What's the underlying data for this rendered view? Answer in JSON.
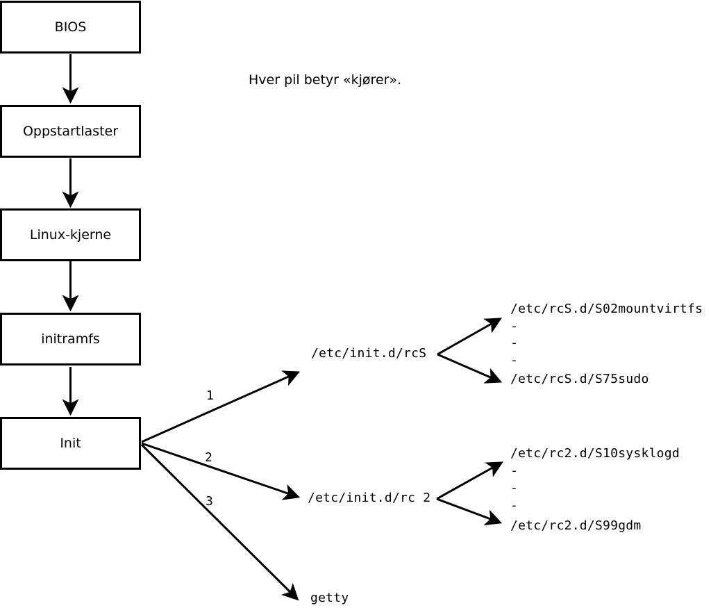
{
  "note": "Hver pil betyr «kjører».",
  "flow": {
    "boxes": [
      {
        "label": "BIOS"
      },
      {
        "label": "Oppstartlaster"
      },
      {
        "label": "Linux-kjerne"
      },
      {
        "label": "initramfs"
      },
      {
        "label": "Init"
      }
    ]
  },
  "branches": {
    "labels": {
      "one": "1",
      "two": "2",
      "three": "3"
    },
    "rcS": {
      "script": "/etc/init.d/rcS",
      "first": "/etc/rcS.d/S02mountvirtfs",
      "dashes": [
        "-",
        "-",
        "-"
      ],
      "last": "/etc/rcS.d/S75sudo"
    },
    "rc2": {
      "script": "/etc/init.d/rc 2",
      "first": "/etc/rc2.d/S10sysklogd",
      "dashes": [
        "-",
        "-",
        "-"
      ],
      "last": "/etc/rc2.d/S99gdm"
    },
    "getty": "getty"
  }
}
